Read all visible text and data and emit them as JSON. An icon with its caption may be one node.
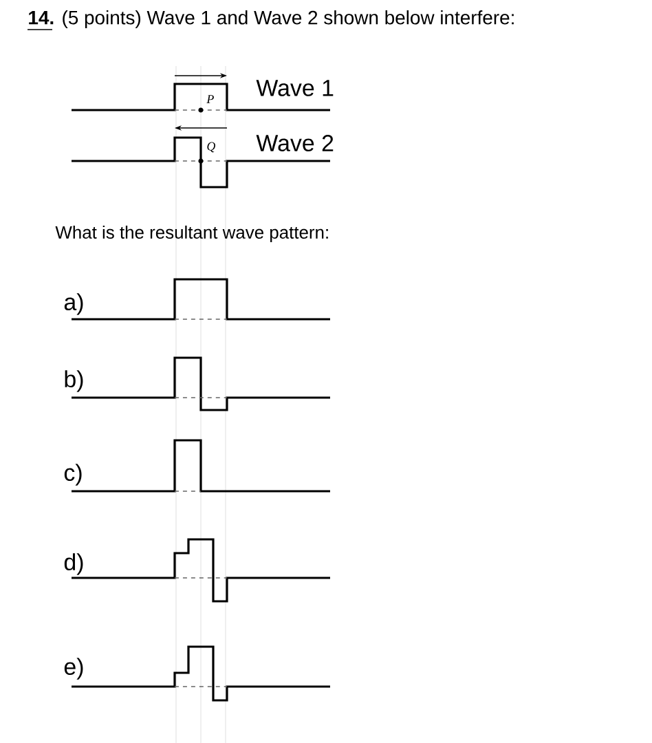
{
  "diagram": {
    "title": "**14.** (5 points) Wave 1 and Wave 2 shown below interfere:",
    "labels": [
      "Wave 1",
      "P",
      "Wave 2",
      "Q",
      "What is the resultant wave pattern:",
      "a)",
      "b)",
      "c)",
      "d)",
      "e)"
    ]
  }
}
